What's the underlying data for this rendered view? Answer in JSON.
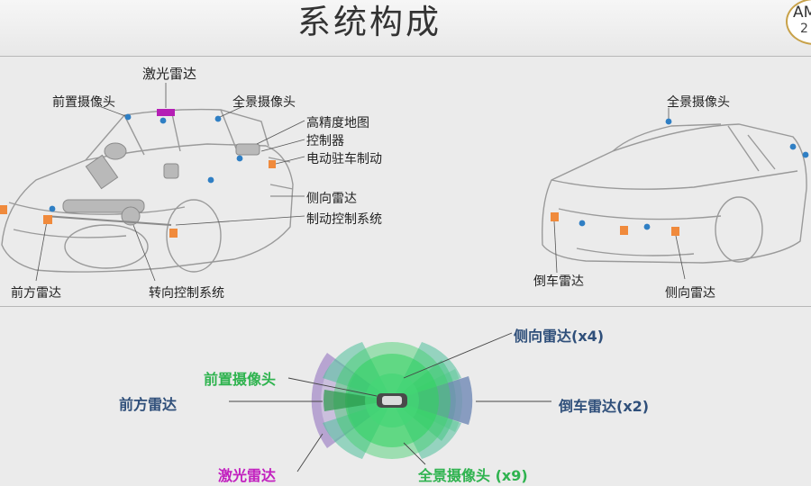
{
  "title": "系统构成",
  "logo": {
    "line1": "AM",
    "line2": "2"
  },
  "front_view_labels": {
    "lidar": "激光雷达",
    "front_camera": "前置摄像头",
    "surround_camera": "全景摄像头",
    "hd_map": "高精度地图",
    "controller": "控制器",
    "epb": "电动驻车制动",
    "side_radar": "侧向雷达",
    "brake_control": "制动控制系统",
    "front_radar": "前方雷达",
    "steering_control": "转向控制系统"
  },
  "rear_view_labels": {
    "surround_camera": "全景摄像头",
    "reverse_radar": "倒车雷达",
    "side_radar": "侧向雷达"
  },
  "coverage_labels": {
    "side_radar": "侧向雷达(x4)",
    "front_camera": "前置摄像头",
    "front_radar": "前方雷达",
    "reverse_radar": "倒车雷达(x2)",
    "lidar": "激光雷达",
    "surround_camera": "全景摄像头 (x9)"
  },
  "colors": {
    "lidar": "#b51fb5",
    "camera": "#3fcf6a",
    "radar_text": "#2f4f7a",
    "radar_marker": "#f08a3c",
    "camera_marker": "#2f7fc4",
    "car_line": "#9a9a9a"
  }
}
